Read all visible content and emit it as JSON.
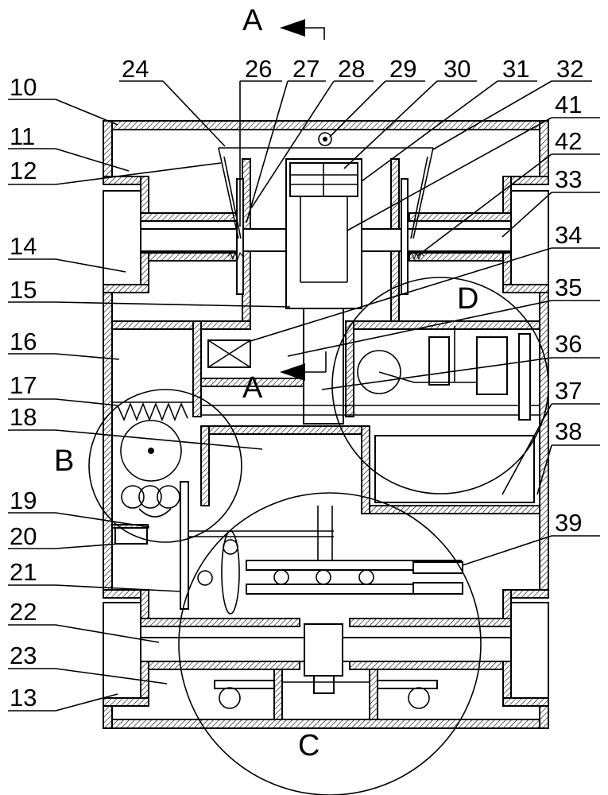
{
  "section_marks": [
    "A",
    "A"
  ],
  "detail_marks": [
    "B",
    "C",
    "D"
  ],
  "labels_left": [
    "10",
    "11",
    "12",
    "14",
    "15",
    "16",
    "17",
    "18",
    "19",
    "20",
    "21",
    "22",
    "23",
    "13"
  ],
  "labels_top": [
    "24",
    "26",
    "27",
    "28",
    "29",
    "30",
    "31",
    "32"
  ],
  "labels_right": [
    "41",
    "42",
    "33",
    "34",
    "35",
    "36",
    "37",
    "38",
    "39"
  ]
}
